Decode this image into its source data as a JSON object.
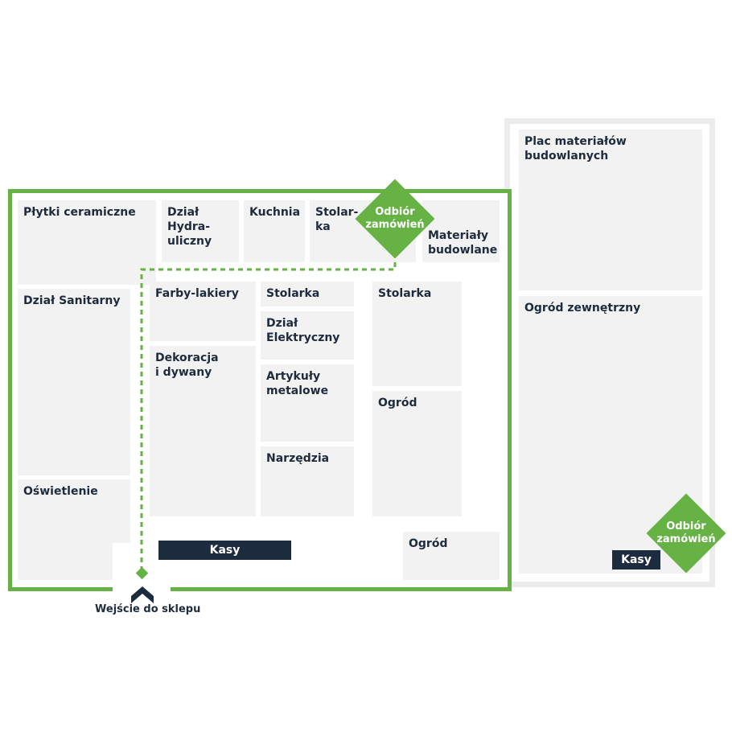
{
  "map": {
    "zones": {
      "plytki": "Płytki ceramiczne",
      "hydraulika": "Dział\nHydra-\nuliczny",
      "kuchnia": "Kuchnia",
      "stolarka_top": "Stolar-\nka",
      "materialy": "Materiały\nbudowlane",
      "sanitarny": "Dział Sanitarny",
      "oswietlenie": "Oświetlenie",
      "farby": "Farby-lakiery",
      "dekoracja": "Dekoracja\ni dywany",
      "stolarka_mid": "Stolarka",
      "elektryczny": "Dział\nElektryczny",
      "artykuly": "Artykuły\nmetalowe",
      "narzedzia": "Narzędzia",
      "stolarka_right": "Stolarka",
      "ogrod_right": "Ogród",
      "ogrod_bottom": "Ogród",
      "plac": "Plac materiałów\nbudowlanych",
      "ogrod_zewn": "Ogród zewnętrzny"
    },
    "pickup_main": "Odbiór\nzamówień",
    "pickup_outdoor": "Odbiór\nzamówień",
    "kasy_main": "Kasy",
    "kasy_outdoor": "Kasy",
    "entrance": "Wejście do sklepu",
    "colors": {
      "accent_green": "#66b244",
      "dark_navy": "#1c2b3d",
      "zone_gray": "#f2f2f2"
    }
  }
}
